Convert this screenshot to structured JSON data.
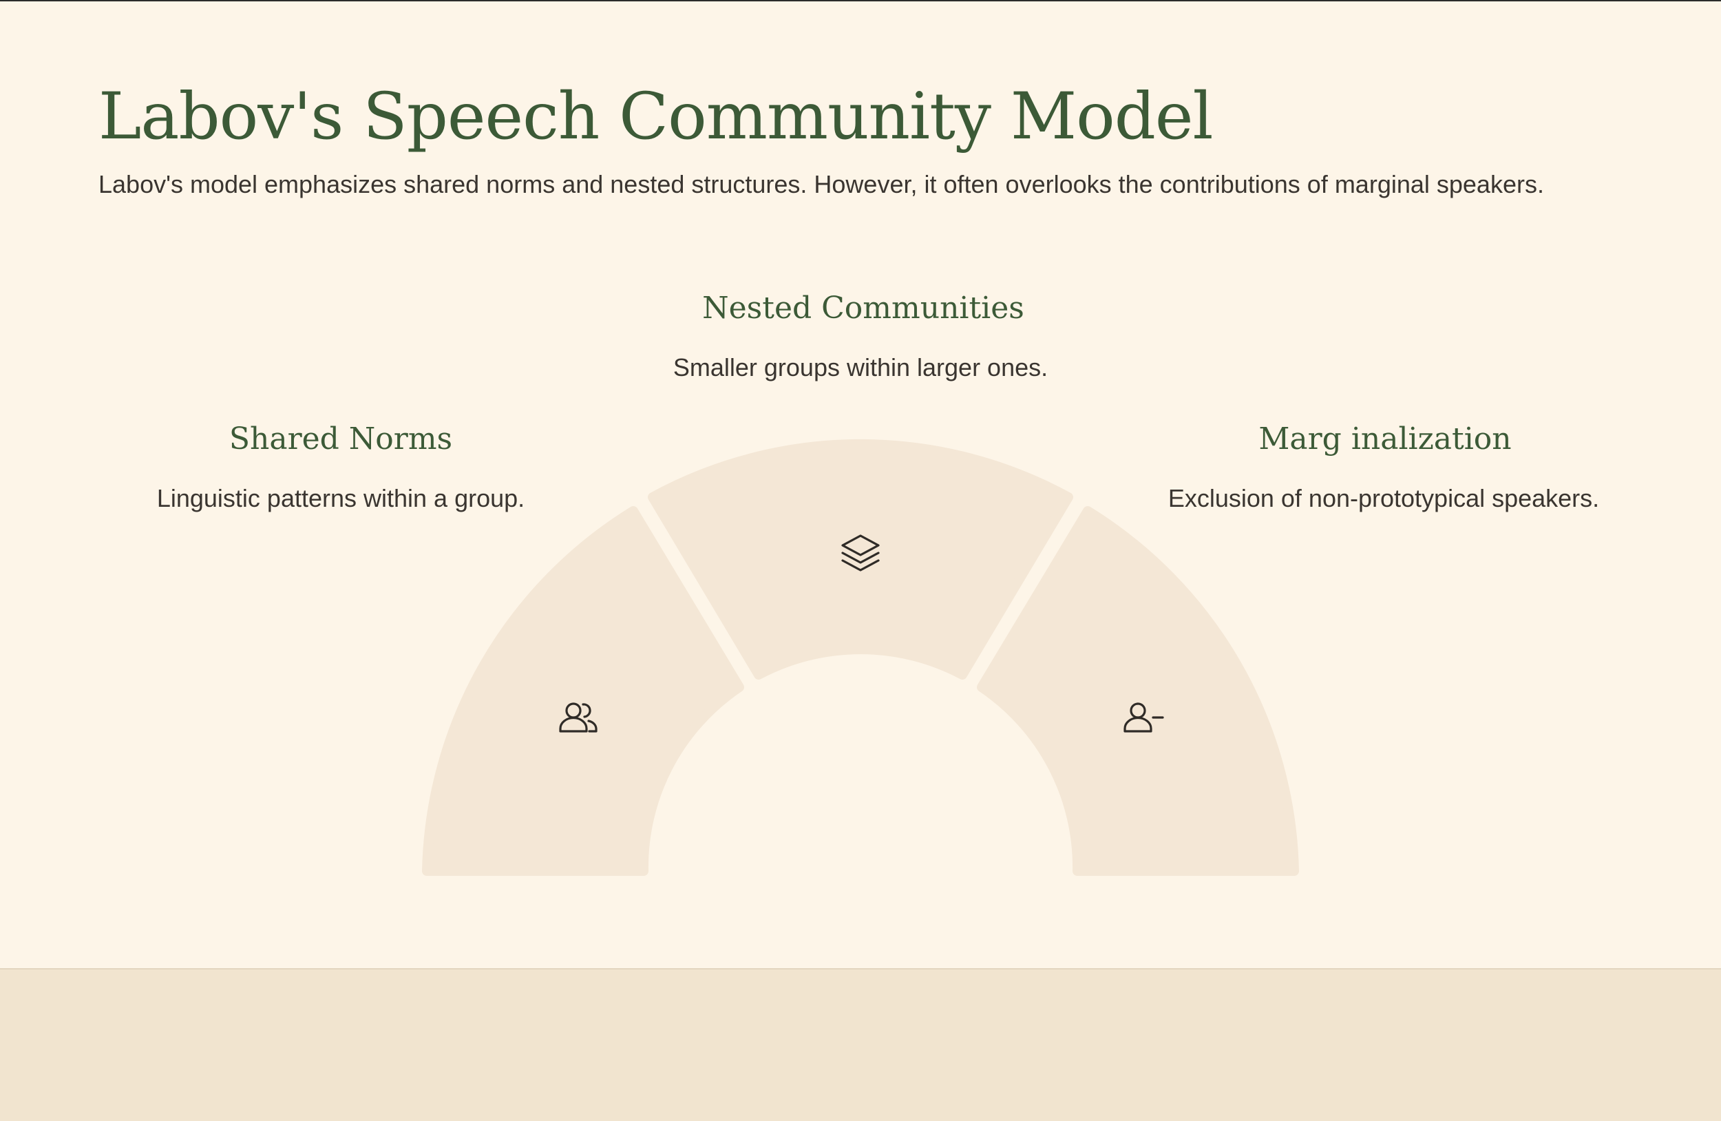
{
  "slide": {
    "title": "Labov's Speech Community Model",
    "subtitle": "Labov's model emphasizes shared norms and nested structures. However, it often overlooks the contributions of marginal speakers."
  },
  "segments": [
    {
      "id": "shared-norms",
      "title": "Shared Norms",
      "description": "Linguistic patterns within a group.",
      "icon": "users-icon"
    },
    {
      "id": "nested-communities",
      "title": "Nested Communities",
      "description": "Smaller groups within larger ones.",
      "icon": "layers-icon"
    },
    {
      "id": "marginalization",
      "title": "Marg inalization",
      "description": "Exclusion of non-prototypical speakers.",
      "icon": "user-minus-icon"
    }
  ],
  "colors": {
    "background": "#fdf5e8",
    "segment_fill": "#f4e7d6",
    "title_green": "#3c5a37",
    "body_text": "#3a3530",
    "footer_band": "#f1e4cf"
  }
}
